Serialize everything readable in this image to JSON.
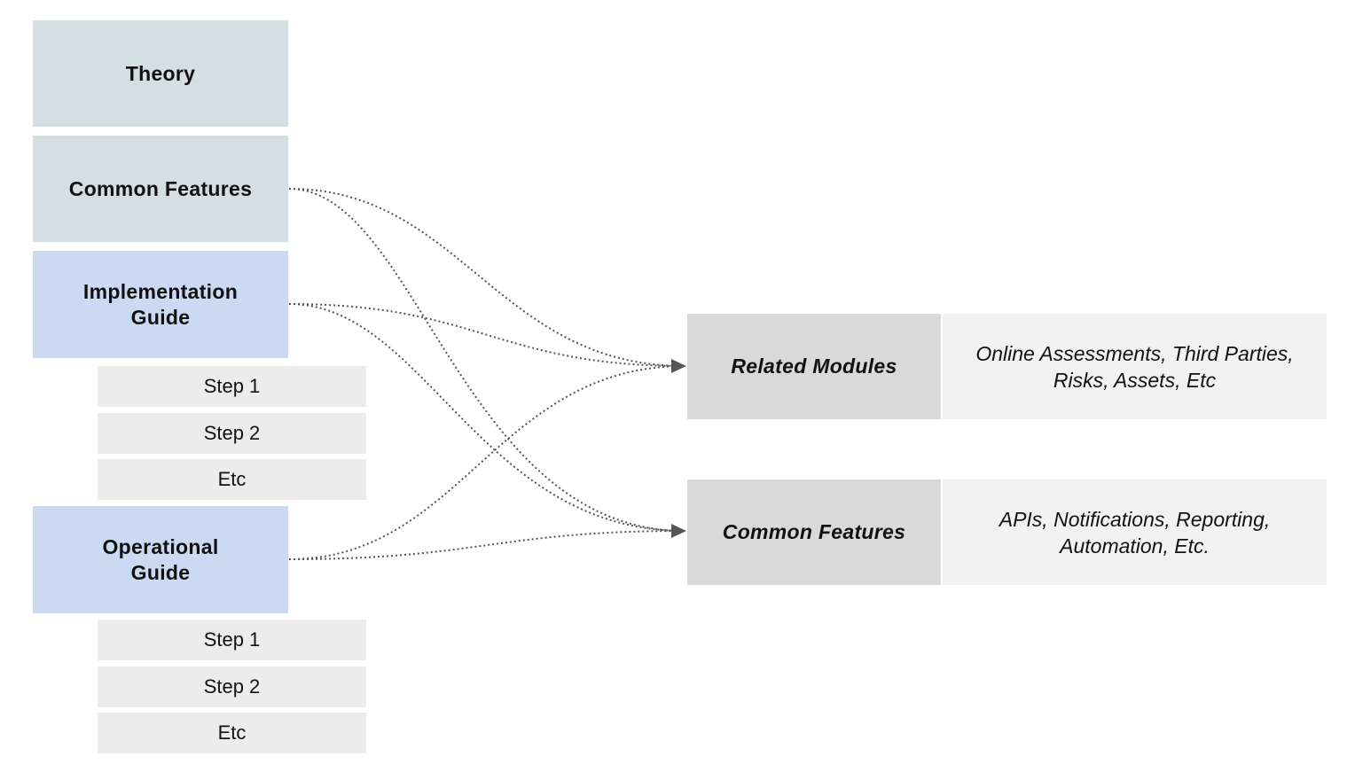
{
  "sections": {
    "theory": "Theory",
    "common_features": "Common Features",
    "implementation_guide": "Implementation Guide",
    "operational_guide": "Operational Guide"
  },
  "implementation_steps": [
    "Step 1",
    "Step 2",
    "Etc"
  ],
  "operational_steps": [
    "Step 1",
    "Step 2",
    "Etc"
  ],
  "modules": [
    {
      "label": "Related Modules",
      "description": "Online Assessments, Third Parties, Risks, Assets, Etc"
    },
    {
      "label": "Common Features",
      "description": "APIs, Notifications, Reporting, Automation, Etc."
    }
  ],
  "colors": {
    "gray_section": "#d3dfe0",
    "blue_section": "#cbd9f3",
    "step": "#ececec",
    "module_label": "#d9d9d9",
    "module_description": "#f2f2f2",
    "connector": "#555555"
  }
}
